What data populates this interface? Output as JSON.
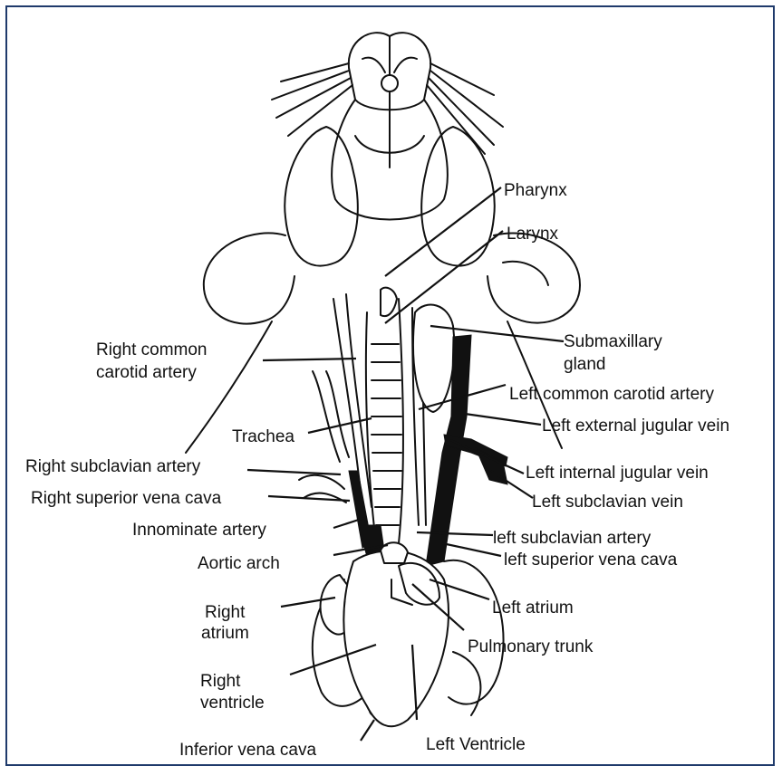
{
  "labels": {
    "pharynx": "Pharynx",
    "larynx": "Larynx",
    "right_common_carotid_1": "Right common",
    "right_common_carotid_2": "carotid artery",
    "submaxillary_1": "Submaxillary",
    "submaxillary_2": "gland",
    "left_common_carotid": "Left common carotid artery",
    "trachea": "Trachea",
    "left_external_jugular": "Left external jugular vein",
    "right_subclavian_artery": "Right subclavian artery",
    "left_internal_jugular": "Left internal jugular vein",
    "right_superior_vena_cava": "Right superior vena cava",
    "left_subclavian_vein": "Left subclavian vein",
    "innominate_artery": "Innominate artery",
    "left_subclavian_artery": "left subclavian artery",
    "aortic_arch": "Aortic arch",
    "left_superior_vena_cava": "left superior vena cava",
    "right_atrium_1": "Right",
    "right_atrium_2": "atrium",
    "left_atrium": "Left atrium",
    "pulmonary_trunk": "Pulmonary trunk",
    "right_ventricle_1": "Right",
    "right_ventricle_2": "ventricle",
    "inferior_vena_cava": "Inferior vena cava",
    "left_ventricle": "Left Ventricle"
  },
  "colors": {
    "frame": "#1f3a6b",
    "ink": "#111111"
  }
}
